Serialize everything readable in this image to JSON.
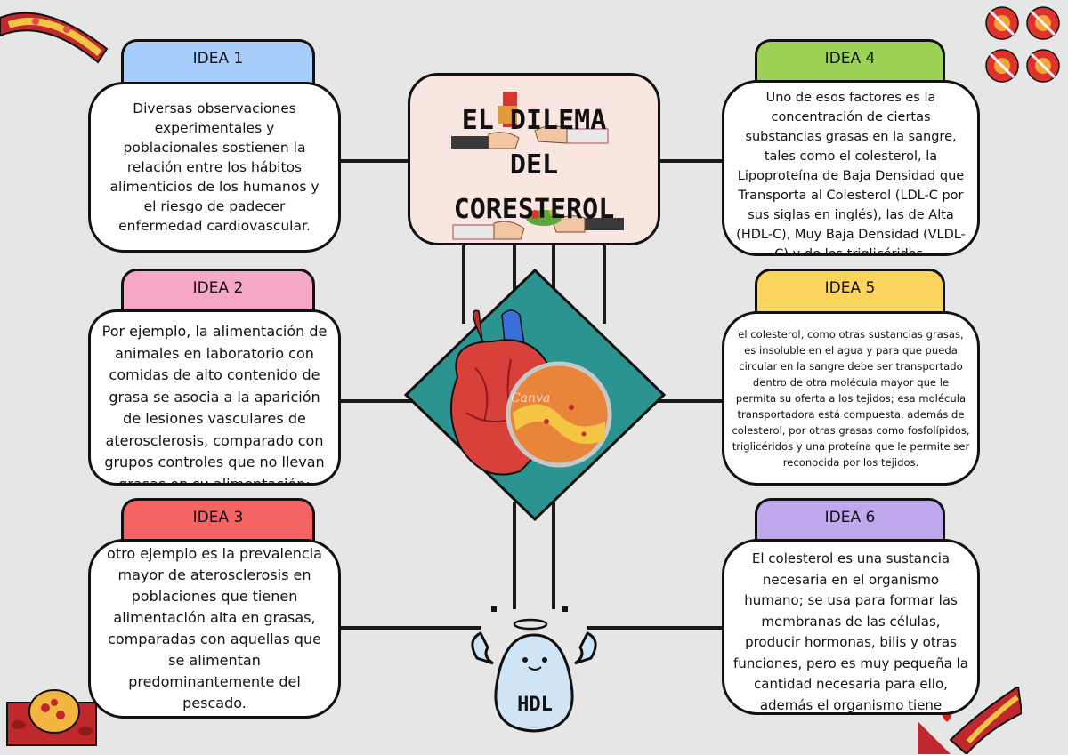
{
  "title": "EL DILEMA\nDEL\nCORESTEROL",
  "watermark": "Canva",
  "hdl_label": "HDL",
  "ideas": [
    {
      "tab": "IDEA 1",
      "color": "#a6cdfb",
      "text": "Diversas observaciones experimentales y poblacionales sostienen la relación entre los hábitos alimenticios de los humanos y el riesgo de padecer enfermedad cardiovascular."
    },
    {
      "tab": "IDEA 2",
      "color": "#f6a7c6",
      "text": "Por ejemplo, la alimentación de animales en laboratorio con comidas de alto contenido de grasa se asocia a la aparición de lesiones vasculares de aterosclerosis, comparado con grupos controles que no llevan grasas en su alimentación;"
    },
    {
      "tab": "IDEA 3",
      "color": "#f46464",
      "text": "otro ejemplo es la prevalencia mayor de aterosclerosis en poblaciones que tienen alimentación alta en grasas, comparadas con aquellas que se alimentan predominantemente del pescado."
    },
    {
      "tab": "IDEA 4",
      "color": "#9dd256",
      "text": "Uno de esos factores es la concentración de ciertas substancias grasas en la sangre, tales como el colesterol, la Lipoproteína de Baja Densidad que Transporta al Colesterol (LDL-C por sus siglas en inglés), las de Alta (HDL-C), Muy Baja Densidad (VLDL-C) y de los triglicéridos."
    },
    {
      "tab": "IDEA 5",
      "color": "#fbd45d",
      "text": "el colesterol, como otras sustancias grasas, es insoluble en el agua y para que pueda circular en la sangre debe ser transportado dentro de otra molécula mayor que le permita su oferta a los tejidos; esa molécula transportadora está compuesta, además de colesterol, por otras grasas como fosfolípidos, triglicéridos y una proteína que le permite ser reconocida por los tejidos."
    },
    {
      "tab": "IDEA 6",
      "color": "#c0a8ee",
      "text": "El colesterol es una sustancia necesaria en el organismo humano; se usa para formar las membranas de las células, producir hormonas, bilis y otras funciones, pero es muy pequeña la cantidad necesaria para ello, además el organismo tiene capacidad para sintetizar colesterol."
    }
  ],
  "icons": [
    "artery-icon",
    "no-fat-icon",
    "cells-icon",
    "blood-drop-icon",
    "heart-icon",
    "magnifier-icon",
    "hdl-mascot-icon"
  ],
  "colors": {
    "background": "#e6e6e6",
    "title_bg": "#fae6e1",
    "diamond": "#2c9490"
  }
}
